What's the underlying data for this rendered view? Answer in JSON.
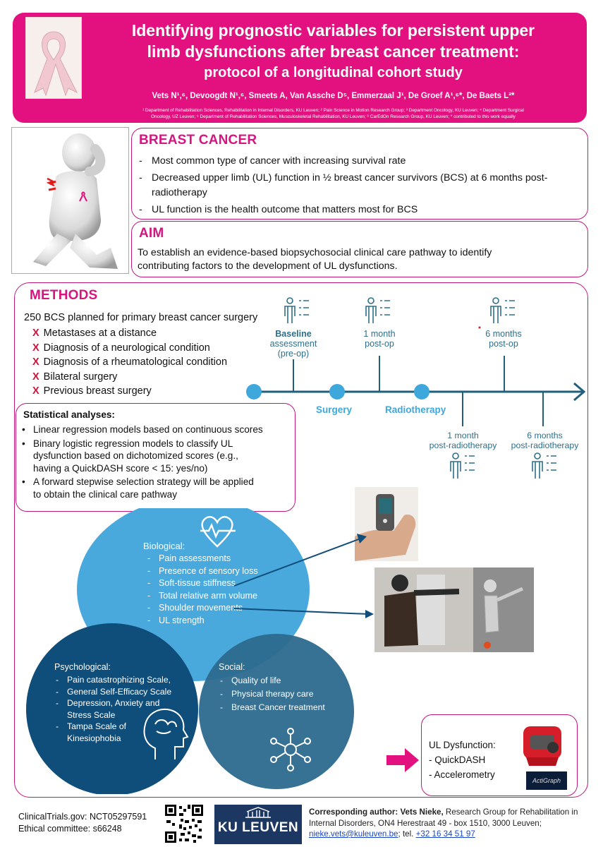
{
  "header": {
    "title_lines": [
      "Identifying prognostic variables for persistent upper",
      "limb dysfunctions after breast cancer treatment:",
      "protocol of a longitudinal cohort study"
    ],
    "authors": "Vets N¹,⁶,  Devoogdt N¹,⁶, Smeets A, Van Assche D⁵, Emmerzaal J¹, De Groef A¹,⁶*, De Baets L²*",
    "affiliations_line1": "¹ Department of Rehabilitation Sciences, Rehabilitation in Internal Disorders, KU Leuven; ² Pain Science in Motion Research Group; ³ Department Oncology, KU Leuven; ⁴ Department Surgical",
    "affiliations_line2": "Oncology, UZ Leuven; ⁵ Department of Rehabilitation Sciences, Musculoskeletal Rehabilitation, KU Leuven; ⁶ CarEdOn Research Group, KU Leuven; * contributed to this work equally"
  },
  "breast_cancer": {
    "heading": "BREAST CANCER",
    "items": [
      "Most common type of cancer with increasing survival rate",
      "Decreased upper limb (UL) function in ½ breast cancer survivors (BCS) at 6 months post-",
      "radiotherapy",
      "UL function is the health outcome that matters most for BCS"
    ]
  },
  "aim": {
    "heading": "AIM",
    "line1": "To establish an evidence-based biopsychosocial clinical care pathway to identify",
    "line2": "contributing factors to the development of UL dysfunctions."
  },
  "methods": {
    "heading": "METHODS",
    "intro": "250 BCS planned for primary breast cancer surgery",
    "x_mark": "X",
    "exclusions": [
      "Metastases at a distance",
      "Diagnosis of a neurological condition",
      "Diagnosis of a rheumatological condition",
      "Bilateral surgery",
      "Previous breast surgery"
    ]
  },
  "timeline": {
    "baseline": [
      "Baseline",
      "assessment",
      "(pre-op)"
    ],
    "one_month": [
      "1 month",
      "post-op"
    ],
    "six_months": [
      "6 months",
      "post-op"
    ],
    "surgery": "Surgery",
    "radiotherapy": "Radiotherapy",
    "one_month_rt": [
      "1 month",
      "post-radiotherapy"
    ],
    "six_months_rt": [
      "6 months",
      "post-radiotherapy"
    ]
  },
  "stats": {
    "heading": "Statistical analyses:",
    "bullet": "•",
    "lines": [
      [
        "Linear regression models based on continuous scores"
      ],
      [
        "Binary logistic regression models to classify UL",
        "dysfunction based on dichotomized scores (e.g.,",
        "having a QuickDASH score < 15: yes/no)"
      ],
      [
        "A forward stepwise selection strategy will be applied",
        "to obtain the clinical care pathway"
      ]
    ]
  },
  "biological": {
    "heading": "Biological:",
    "items": [
      "Pain assessments",
      "Presence of sensory loss",
      "Soft-tissue stiffness",
      "Total relative arm volume",
      "Shoulder movements",
      "UL strength"
    ]
  },
  "psychological": {
    "heading": "Psychological:",
    "items": [
      [
        "Pain catastrophizing Scale,"
      ],
      [
        "General Self-Efficacy Scale"
      ],
      [
        "Depression, Anxiety and",
        "Stress Scale"
      ],
      [
        "Tampa Scale of",
        "Kinesiophobia"
      ]
    ]
  },
  "social": {
    "heading": "Social:",
    "items": [
      "Quality of life",
      "Physical therapy care",
      "Breast Cancer treatment"
    ]
  },
  "ul_dysfunction": {
    "heading": "UL Dysfunction:",
    "items": [
      "- QuickDASH",
      "- Accelerometry"
    ],
    "device_logo": "ActiGraph"
  },
  "footer": {
    "trial": "ClinicalTrials.gov: NCT05297591",
    "ethics": "Ethical committee: s66248",
    "logo": "KU LEUVEN",
    "contact_label": "Corresponding author: Vets Nieke,",
    "contact_line1_rest": " Research Group for Rehabilitation in",
    "contact_line2": "Internal Disorders, ON4 Herestraat 49 - box 1510, 3000 Leuven;",
    "email": "nieke.vets@kuleuven.be",
    "tel_label": "; tel. ",
    "tel": "+32 16 34 51 97"
  },
  "colors": {
    "magenta": "#e3107f",
    "teal": "#2d6f8a",
    "timeline_blue": "#3ea7dc",
    "bio_circle": "#4aa9dc",
    "psych_circle": "#0f4e7a",
    "social_circle": "#2c6a8e"
  },
  "icons": {
    "dash": "-"
  }
}
